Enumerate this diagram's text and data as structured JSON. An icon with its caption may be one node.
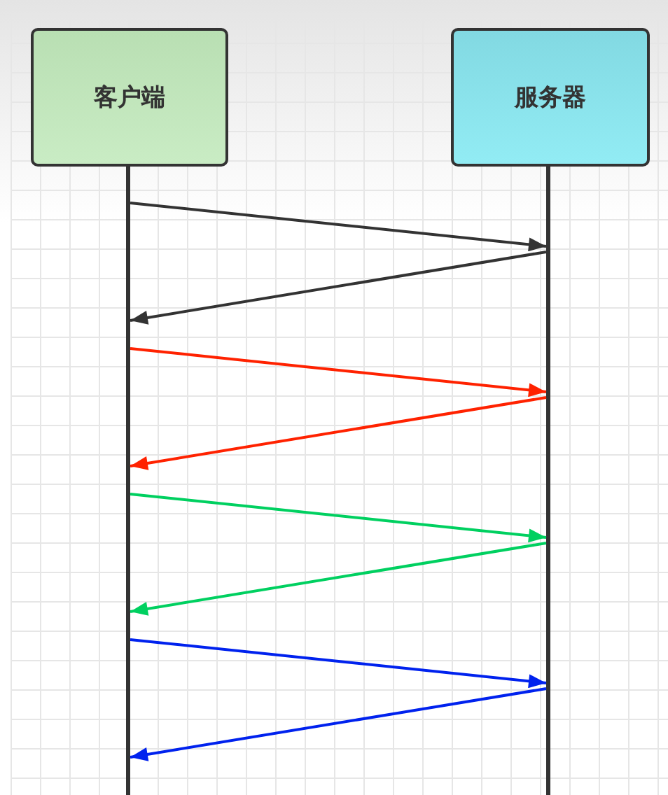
{
  "diagram": {
    "nodes": [
      {
        "text": [
          "客户端"
        ]
      },
      {
        "text": [
          "服务器"
        ]
      },
      {
        "text": [],
        "shape": "line"
      },
      {
        "text": [],
        "shape": "line"
      }
    ],
    "edges": [
      {
        "from": 2,
        "to": 3,
        "arrow": "to",
        "color": "#333333"
      },
      {
        "from": 3,
        "to": 2,
        "arrow": "to",
        "color": "#333333"
      },
      {
        "from": 2,
        "to": 3,
        "arrow": "to",
        "color": "#ff2200"
      },
      {
        "from": 3,
        "to": 2,
        "arrow": "to",
        "color": "#ff2200"
      },
      {
        "from": 2,
        "to": 3,
        "arrow": "to",
        "color": "#00d060"
      },
      {
        "from": 3,
        "to": 2,
        "arrow": "to",
        "color": "#00d060"
      },
      {
        "from": 2,
        "to": 3,
        "arrow": "to",
        "color": "#0022ee"
      },
      {
        "from": 3,
        "to": 2,
        "arrow": "to",
        "color": "#0022ee"
      }
    ]
  }
}
